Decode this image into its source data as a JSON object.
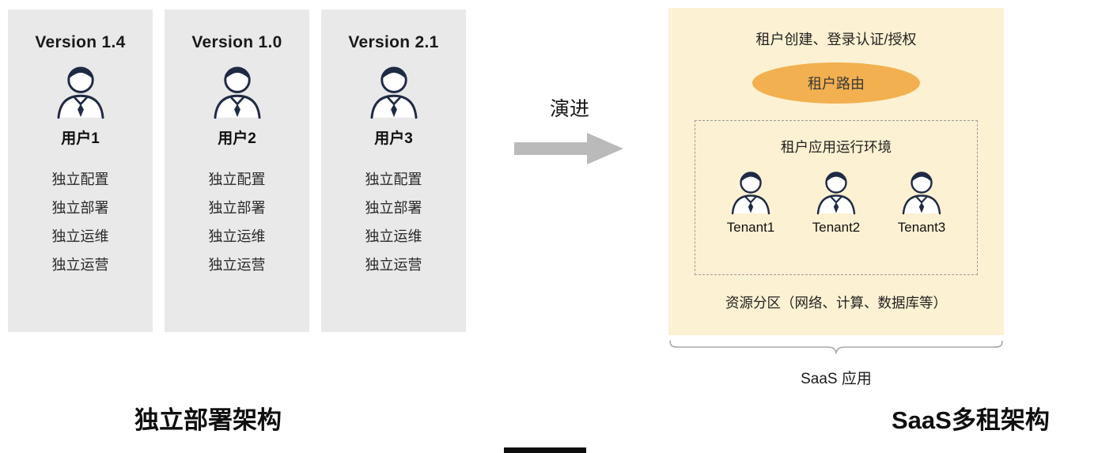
{
  "left": {
    "title": "独立部署架构",
    "columns": [
      {
        "version": "Version 1.4",
        "user": "用户1",
        "items": [
          "独立配置",
          "独立部署",
          "独立运维",
          "独立运营"
        ]
      },
      {
        "version": "Version 1.0",
        "user": "用户2",
        "items": [
          "独立配置",
          "独立部署",
          "独立运维",
          "独立运营"
        ]
      },
      {
        "version": "Version 2.1",
        "user": "用户3",
        "items": [
          "独立配置",
          "独立部署",
          "独立运维",
          "独立运营"
        ]
      }
    ]
  },
  "arrow": {
    "label": "演进"
  },
  "saas": {
    "title": "SaaS多租架构",
    "auth_label": "租户创建、登录认证/授权",
    "router_label": "租户路由",
    "runtime_label": "租户应用运行环境",
    "tenants": [
      "Tenant1",
      "Tenant2",
      "Tenant3"
    ],
    "resource_label": "资源分区（网络、计算、数据库等）",
    "brace_label": "SaaS 应用"
  },
  "colors": {
    "column_bg": "#e9e9e9",
    "saas_bg": "#fcf1d2",
    "router_bg": "#f2b050",
    "icon_stroke": "#1f2a44",
    "arrow_fill": "#bababa"
  }
}
